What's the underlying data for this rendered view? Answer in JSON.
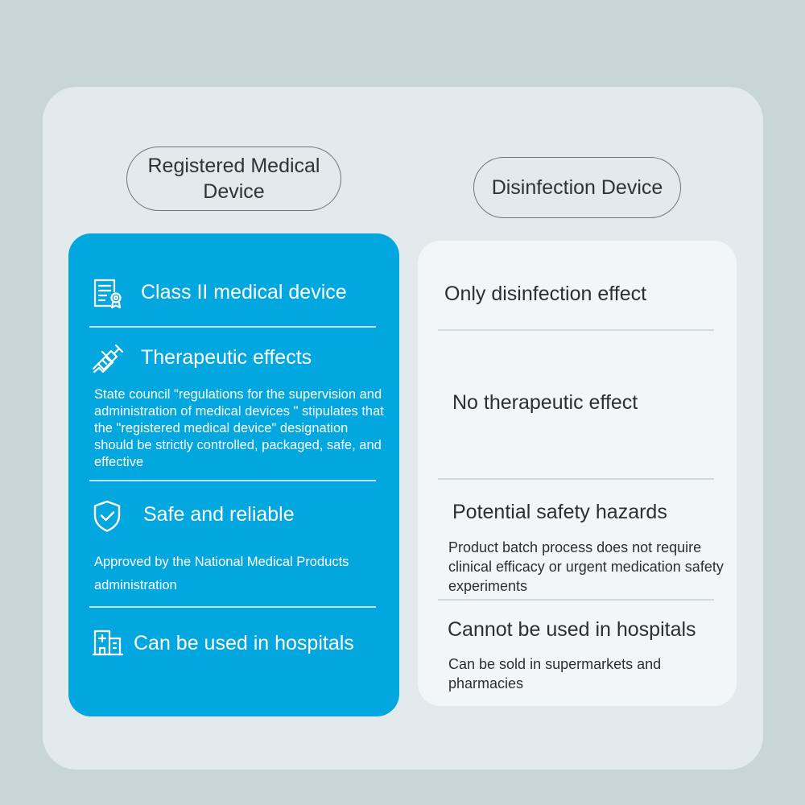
{
  "headers": {
    "left": "Registered Medical Device",
    "right": "Disinfection Device"
  },
  "left_card": {
    "items": [
      {
        "icon": "certificate-icon",
        "title": "Class II medical device"
      },
      {
        "icon": "syringe-icon",
        "title": "Therapeutic effects",
        "desc": "State council \"regulations for the supervision and administration of medical devices \" stipulates that the \"registered medical device\" designation should be strictly controlled, packaged, safe, and effective"
      },
      {
        "icon": "shield-check-icon",
        "title": "Safe and reliable",
        "desc": "Approved by the National Medical Products administration"
      },
      {
        "icon": "hospital-icon",
        "title": "Can be used in hospitals"
      }
    ]
  },
  "right_card": {
    "items": [
      {
        "title": "Only disinfection effect"
      },
      {
        "title": "No therapeutic effect"
      },
      {
        "title": "Potential safety hazards",
        "desc": "Product batch process does not require clinical efficacy or urgent medication safety experiments"
      },
      {
        "title": "Cannot be used in hospitals",
        "desc": "Can be sold in supermarkets and pharmacies"
      }
    ]
  },
  "colors": {
    "background": "#c9d6d6",
    "panel": "#e2eaeb",
    "accent_blue": "#02a7e0",
    "card_white": "#f1f6f6"
  }
}
